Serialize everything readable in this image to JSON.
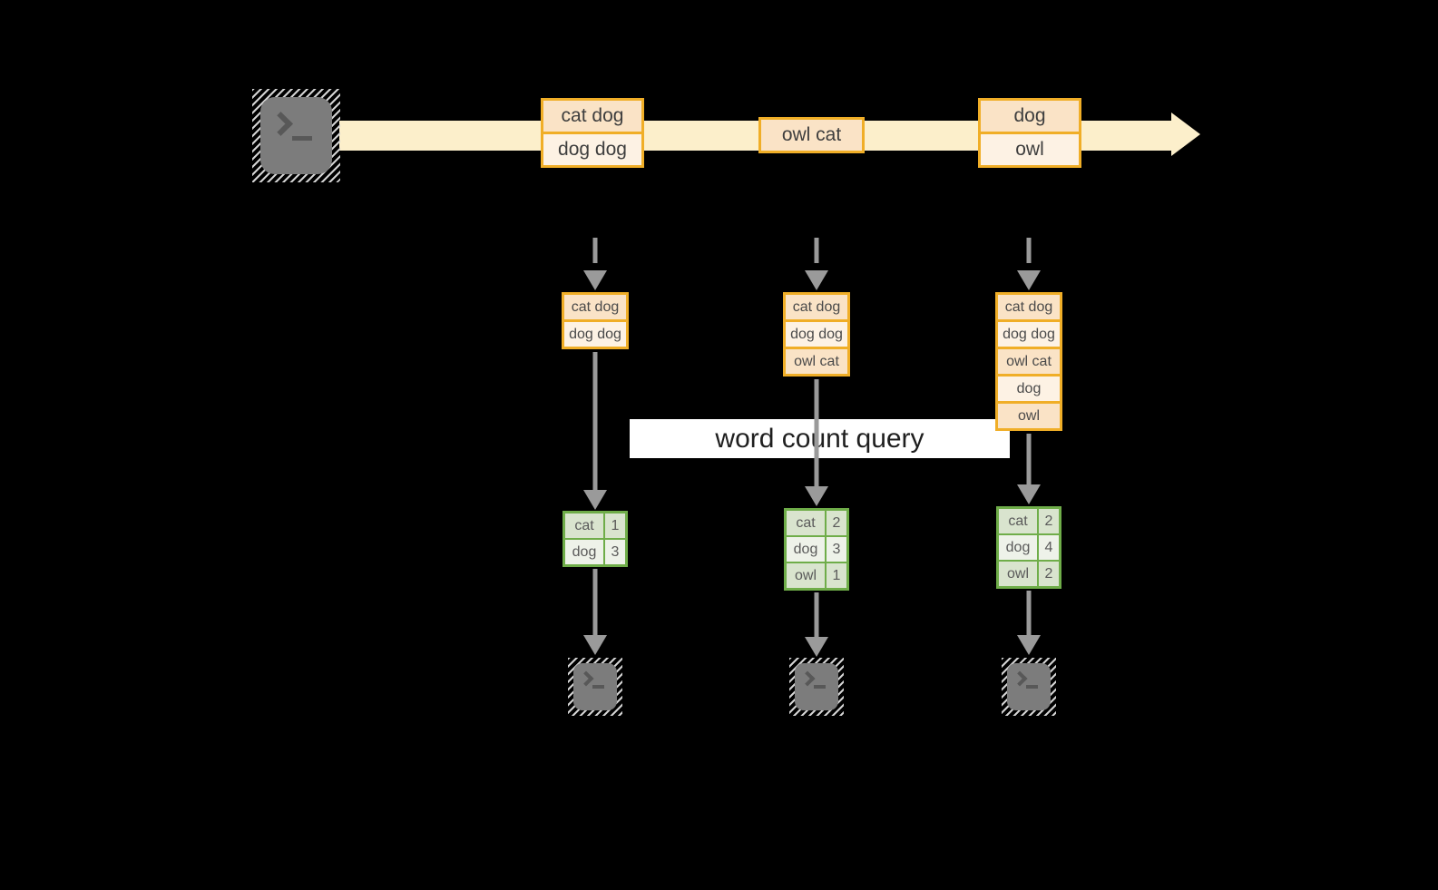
{
  "query_label": "word count query",
  "colors": {
    "background": "#000000",
    "stream_arrow": "#FCEFCB",
    "message_border": "#F0AE27",
    "message_fill_dark": "#FAE3C6",
    "message_fill_light": "#FDF2E4",
    "table_border": "#6FAD49",
    "table_fill_dark": "#D9E4CE",
    "table_fill_light": "#EEF2E9",
    "arrow_gray": "#9A9A9A",
    "terminal_gray": "#7C7C7C"
  },
  "stream": {
    "messages": [
      {
        "lines": [
          "cat dog",
          "dog dog"
        ]
      },
      {
        "lines": [
          "owl cat"
        ]
      },
      {
        "lines": [
          "dog",
          "owl"
        ]
      }
    ]
  },
  "columns": [
    {
      "buffer": [
        "cat dog",
        "dog dog"
      ],
      "counts": [
        {
          "word": "cat",
          "count": 1
        },
        {
          "word": "dog",
          "count": 3
        }
      ]
    },
    {
      "buffer": [
        "cat dog",
        "dog dog",
        "owl cat"
      ],
      "counts": [
        {
          "word": "cat",
          "count": 2
        },
        {
          "word": "dog",
          "count": 3
        },
        {
          "word": "owl",
          "count": 1
        }
      ]
    },
    {
      "buffer": [
        "cat dog",
        "dog dog",
        "owl cat",
        "dog",
        "owl"
      ],
      "counts": [
        {
          "word": "cat",
          "count": 2
        },
        {
          "word": "dog",
          "count": 4
        },
        {
          "word": "owl",
          "count": 2
        }
      ]
    }
  ]
}
